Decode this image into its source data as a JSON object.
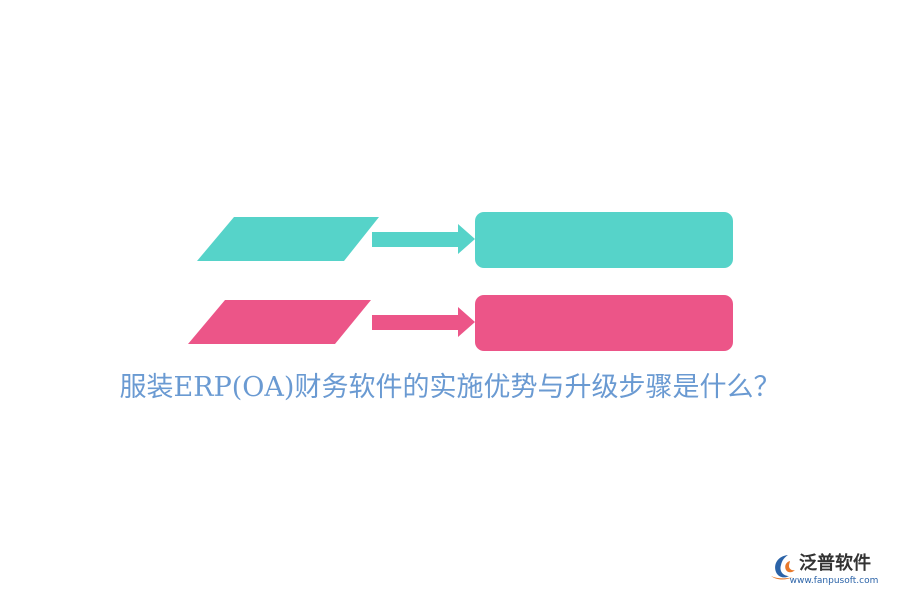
{
  "title": "服装ERP(OA)财务软件的实施优势与升级步骤是什么？",
  "title_color": "#6a9ad2",
  "rows": [
    {
      "color": "#56d3c9"
    },
    {
      "color": "#ec5588"
    }
  ],
  "logo": {
    "name": "泛普软件",
    "url": "www.fanpusoft.com",
    "accent": "#e8792b",
    "secondary": "#2b63a8"
  }
}
